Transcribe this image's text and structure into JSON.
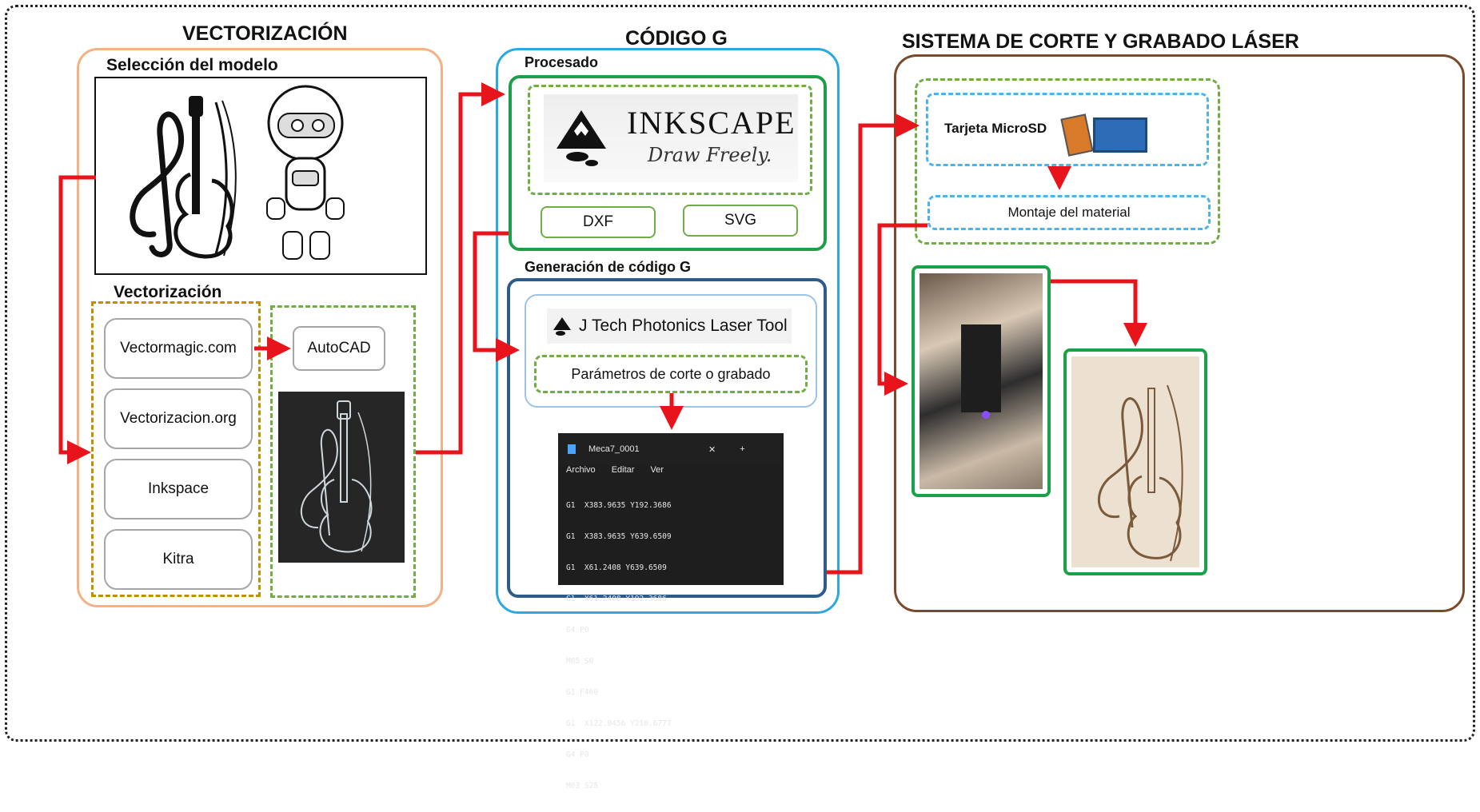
{
  "sections": {
    "vectorizacion": {
      "title": "VECTORIZACIÓN",
      "model_selection_label": "Selección del modelo",
      "vectorization_label": "Vectorización",
      "tools": [
        "Vectormagic.com",
        "Vectorizacion.org",
        "Inkspace",
        "Kitra"
      ],
      "autocad_label": "AutoCAD"
    },
    "codigo_g": {
      "title": "CÓDIGO G",
      "processed_label": "Procesado",
      "inkscape_logo_text": "INKSCAPE",
      "inkscape_tagline": "Draw Freely.",
      "formats": [
        "DXF",
        "SVG"
      ],
      "generation_label": "Generación de código G",
      "jtech_label": "J Tech Photonics Laser Tool",
      "params_label": "Parámetros de corte o grabado",
      "editor": {
        "tab_title": "Meca7_0001",
        "menu": [
          "Archivo",
          "Editar",
          "Ver"
        ],
        "lines": [
          "G1  X383.9635 Y192.3686",
          "G1  X383.9635 Y639.6509",
          "G1  X61.2408 Y639.6509",
          "G1  X61.2408 Y192.3686",
          "G4 P0",
          "M05 S0",
          "G1 F400",
          "G1  X122.0456 Y218.6777",
          "G4 P0",
          "M03 S25"
        ]
      }
    },
    "laser": {
      "title": "SISTEMA DE CORTE Y GRABADO LÁSER",
      "microsd_label": "Tarjeta MicroSD",
      "mount_label": "Montaje del material"
    }
  },
  "colors": {
    "arrow": "#e8141b",
    "vector_frame": "#f4b183",
    "codeg_frame": "#2aa9e0",
    "laser_frame": "#7b4a2a",
    "green": "#70ad47",
    "blue_dark": "#2e5c8a"
  }
}
